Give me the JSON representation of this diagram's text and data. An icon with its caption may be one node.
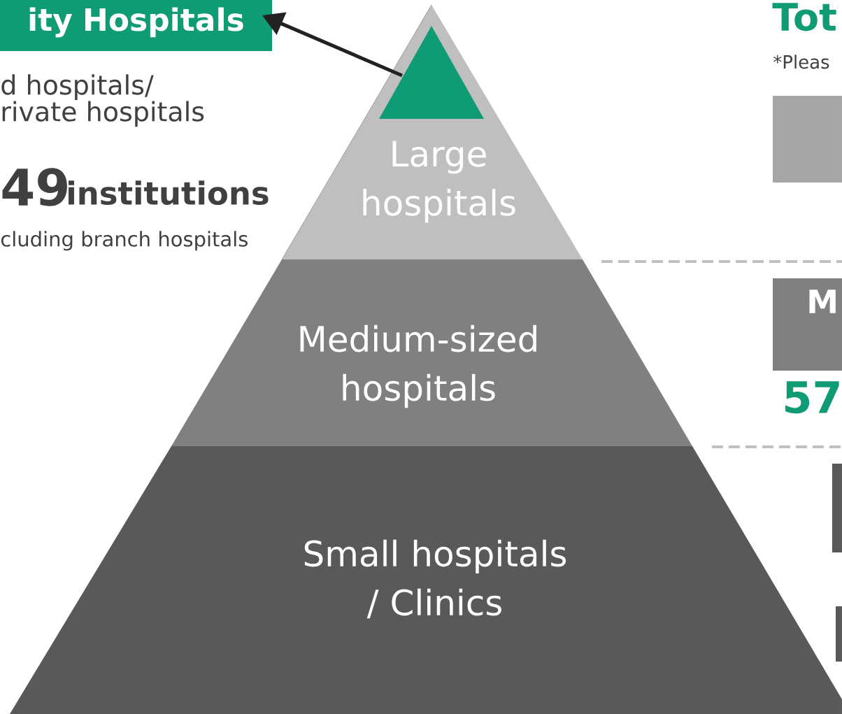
{
  "diagram": {
    "nodes": [
      {
        "text": [
          "ity Hospitals"
        ]
      },
      {
        "text": [
          "Large hospitals"
        ]
      },
      {
        "text": [],
        "shape": "triangle",
        "in": 1
      },
      {
        "text": [
          "Medium-sized hospitals"
        ]
      },
      {
        "text": [
          "Small hospitals / Clinics"
        ]
      },
      {
        "text": [],
        "shape": "box"
      },
      {
        "text": [
          "M"
        ]
      },
      {
        "text": [],
        "shape": "box"
      },
      {
        "text": [],
        "shape": "box"
      }
    ],
    "edges": [
      {
        "from": 2,
        "to": 0,
        "arrow": "to"
      }
    ],
    "labels": [
      "d hospitals/ rivate hospitals",
      "49",
      "institutions",
      "cluding branch hospitals",
      "Tot",
      "*Pleas",
      "57"
    ]
  }
}
